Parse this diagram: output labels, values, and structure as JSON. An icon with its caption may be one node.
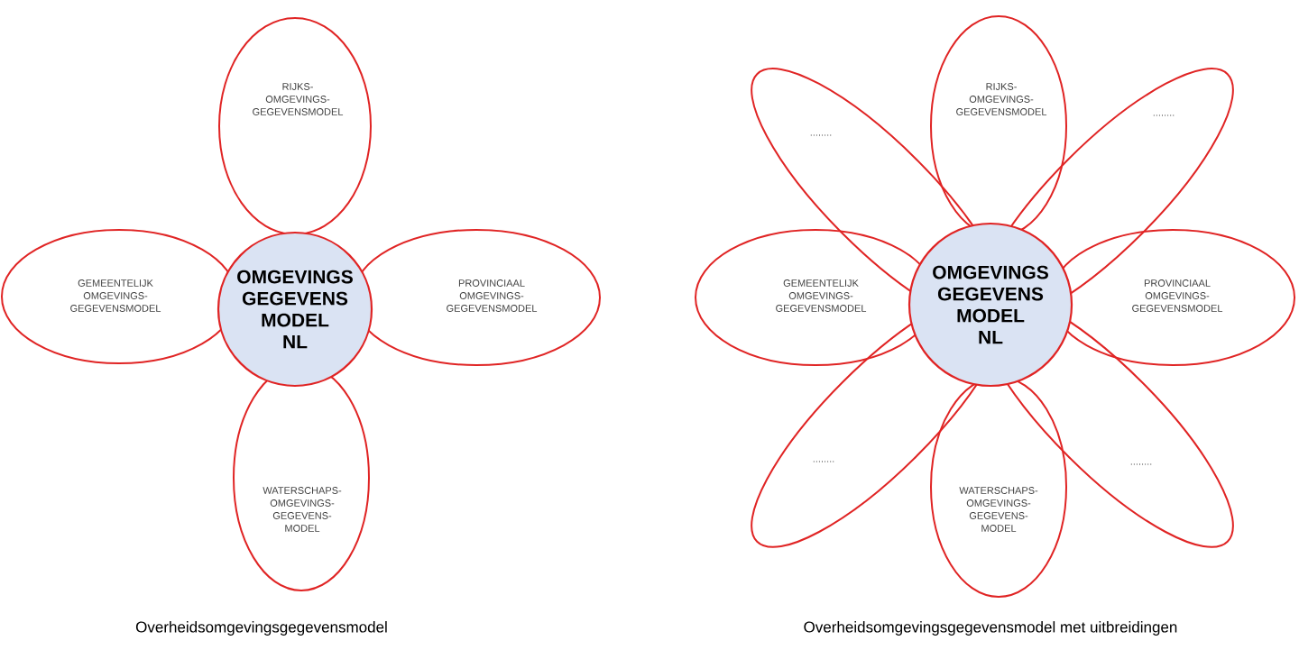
{
  "diagram": {
    "nodes": [
      {
        "text": [
          "OMGEVINGS GEGEVENS MODEL NL"
        ]
      },
      {
        "text": [
          "RIJKS- OMGEVINGS- GEGEVENSMODEL"
        ]
      },
      {
        "text": [
          "GEMEENTELIJK OMGEVINGS- GEGEVENSMODEL"
        ]
      },
      {
        "text": [
          "PROVINCIAAL OMGEVINGS- GEGEVENSMODEL"
        ]
      },
      {
        "text": [
          "WATERSCHAPS- OMGEVINGS- GEGEVENS- MODEL"
        ]
      },
      {
        "text": [
          "OMGEVINGS GEGEVENS MODEL NL"
        ]
      },
      {
        "text": [
          "RIJKS- OMGEVINGS- GEGEVENSMODEL"
        ]
      },
      {
        "text": [
          "........"
        ]
      },
      {
        "text": [
          "........"
        ]
      },
      {
        "text": [
          "GEMEENTELIJK OMGEVINGS- GEGEVENSMODEL"
        ]
      },
      {
        "text": [
          "PROVINCIAAL OMGEVINGS- GEGEVENSMODEL"
        ]
      },
      {
        "text": [
          "........"
        ]
      },
      {
        "text": [
          "........"
        ]
      },
      {
        "text": [
          "WATERSCHAPS- OMGEVINGS- GEGEVENS- MODEL"
        ]
      }
    ],
    "labels": [
      "Overheidsomgevingsgegevensmodel",
      "Overheidsomgevingsgegevensmodel met uitbreidingen"
    ]
  }
}
